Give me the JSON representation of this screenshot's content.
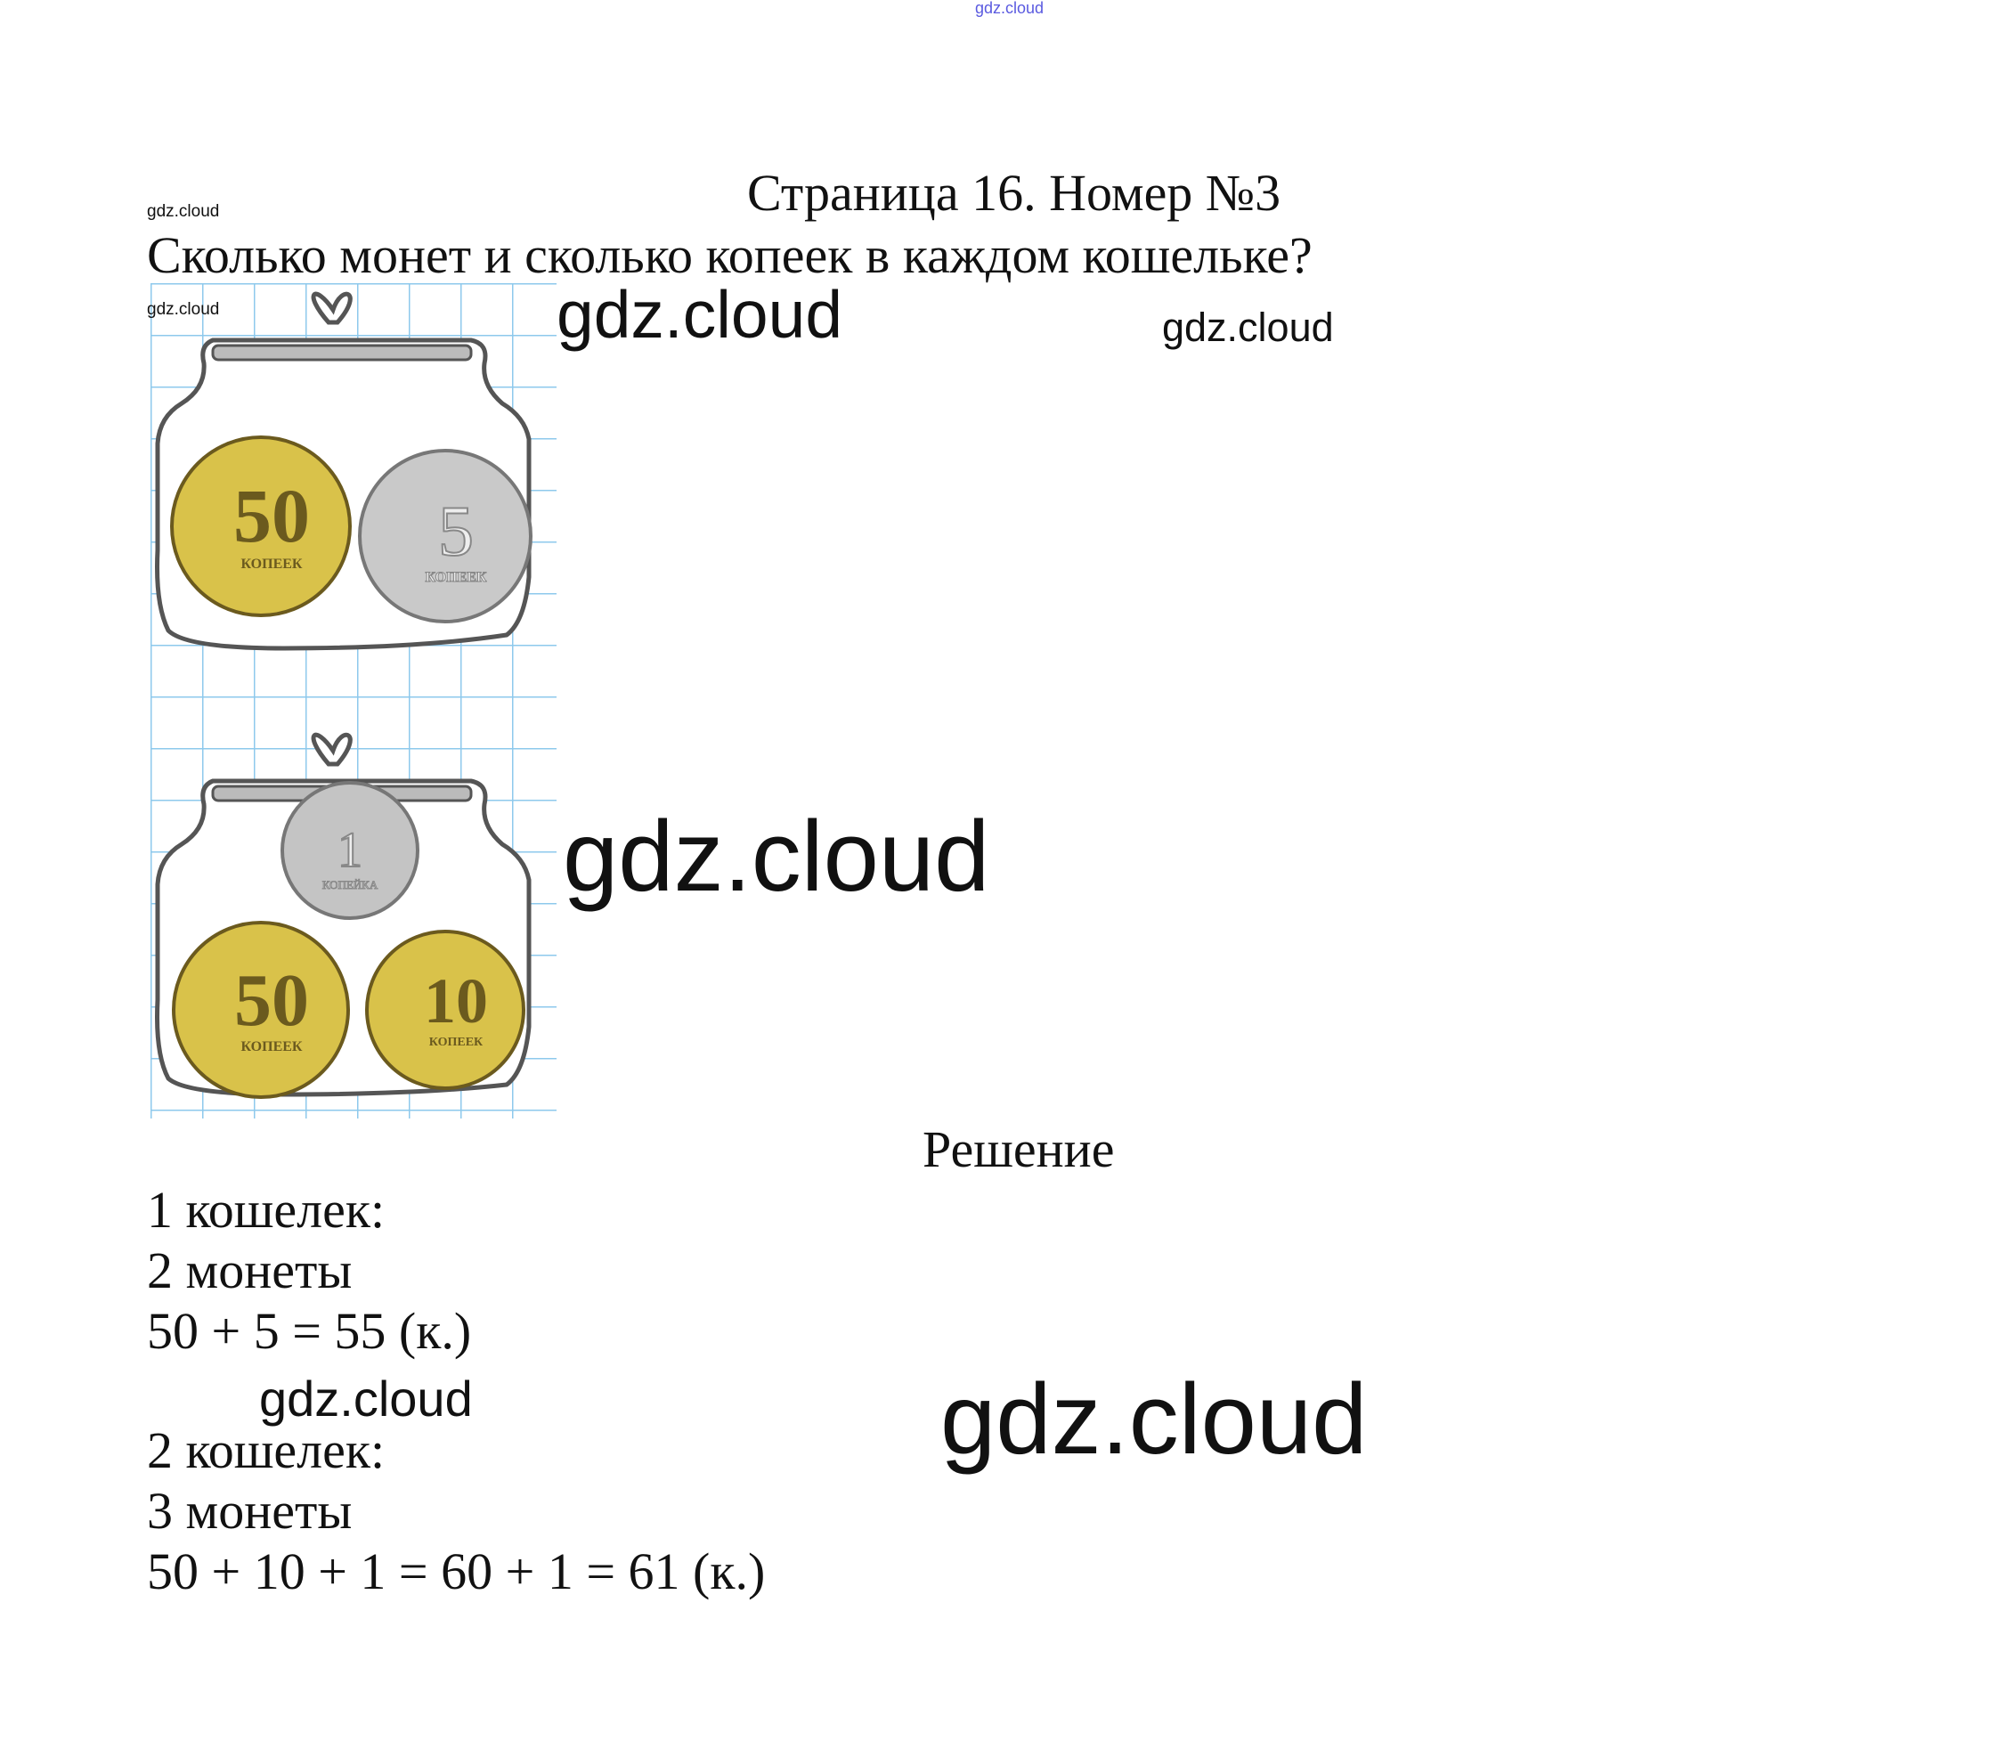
{
  "watermarks": {
    "top": "gdz.cloud",
    "small_1": "gdz.cloud",
    "small_2": "gdz.cloud",
    "large_1": "gdz.cloud",
    "medium_1": "gdz.cloud",
    "large_2": "gdz.cloud",
    "medium_2": "gdz.cloud",
    "large_3": "gdz.cloud"
  },
  "header": {
    "title": "Страница 16. Номер №3",
    "question": "Сколько монет и сколько копеек в каждом кошельке?"
  },
  "illustration": {
    "purse_1": {
      "coins": [
        {
          "value": "50",
          "label": "КОПЕЕК",
          "color": "#d9c24a"
        },
        {
          "value": "5",
          "label": "КОПЕЕК",
          "color": "#c9c9c9"
        }
      ]
    },
    "purse_2": {
      "coins": [
        {
          "value": "1",
          "label": "КОПЕЙКА",
          "color": "#c4c4c4"
        },
        {
          "value": "50",
          "label": "КОПЕЕК",
          "color": "#d9c24a"
        },
        {
          "value": "10",
          "label": "КОПЕЕК",
          "color": "#d9c24a"
        }
      ]
    }
  },
  "solution": {
    "heading": "Решение",
    "purse_1": {
      "label": "1 кошелек:",
      "coins": "2 монеты",
      "sum": "50 + 5 = 55 (к.)"
    },
    "purse_2": {
      "label": "2 кошелек:",
      "coins": "3 монеты",
      "sum": "50 + 10 + 1 = 60 + 1 = 61 (к.)"
    }
  }
}
